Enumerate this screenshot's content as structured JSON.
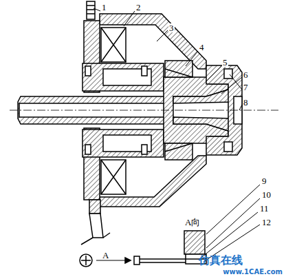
{
  "diagram": {
    "labels": [
      "1",
      "2",
      "3",
      "4",
      "5",
      "6",
      "7",
      "8",
      "9",
      "10",
      "11",
      "12",
      "A",
      "A向",
      "仿真在线",
      "www.1CAE.com"
    ]
  }
}
